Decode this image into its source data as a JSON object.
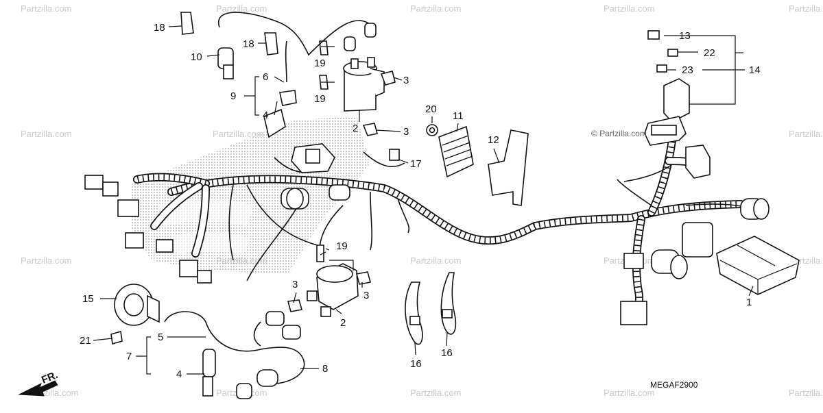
{
  "diagram": {
    "drawing_code": "MEGAF2900",
    "front_marker": "FR.",
    "watermark_text": "© Partzilla.com",
    "watermark_short": "Partzilla.com",
    "callouts": [
      "18",
      "10",
      "18",
      "19",
      "19",
      "6",
      "9",
      "4",
      "2",
      "3",
      "3",
      "20",
      "11",
      "12",
      "17",
      "13",
      "22",
      "23",
      "14",
      "3",
      "3",
      "19",
      "2",
      "15",
      "21",
      "5",
      "7",
      "4",
      "8",
      "16",
      "16",
      "1"
    ]
  },
  "colors": {
    "ink": "#111111",
    "watermark": "#c9c9c9",
    "background": "#ffffff"
  }
}
